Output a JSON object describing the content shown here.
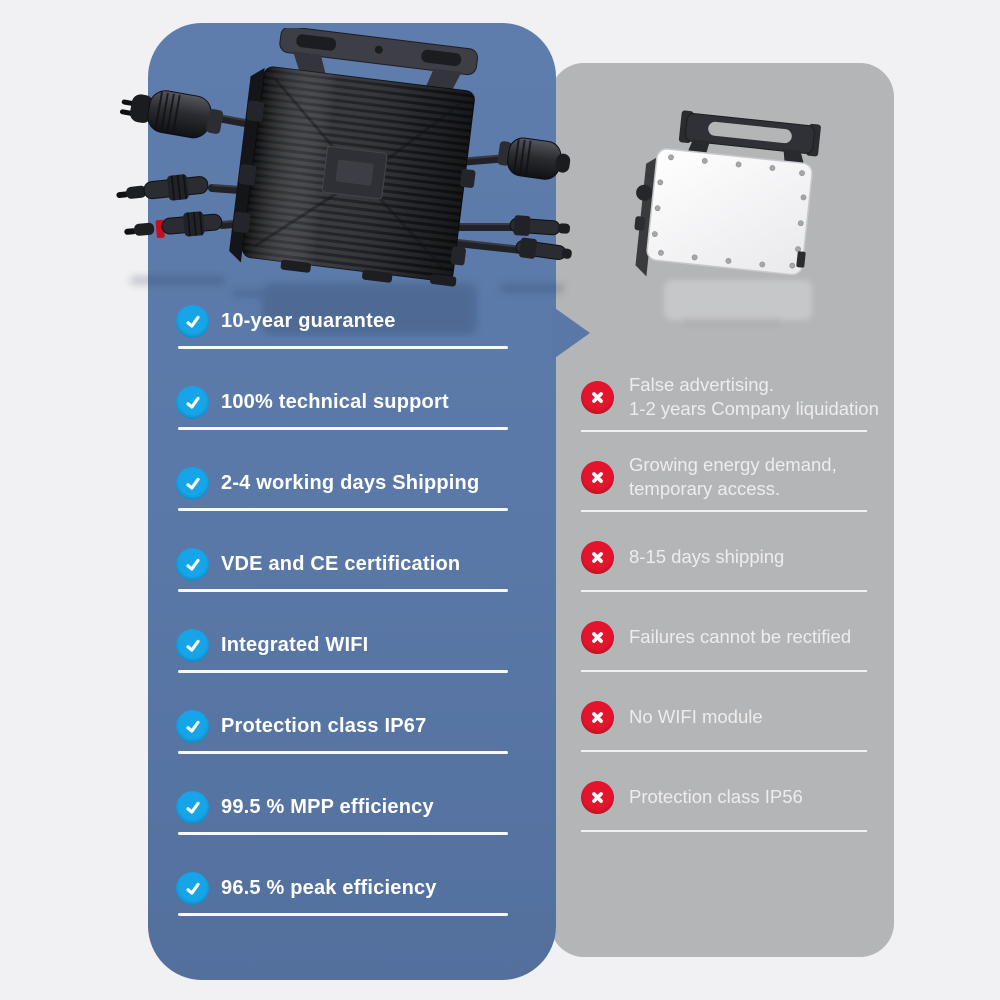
{
  "page": {
    "background_color": "#f1f1f3",
    "left_panel_color": "#5a78a7",
    "right_panel_color": "#b4b5b7",
    "check_color": "#17a5e9",
    "cross_color": "#e2152c"
  },
  "comparison": {
    "left_panel": {
      "kind": "advantages",
      "icon": "check-icon",
      "product_image": "black-micro-inverter-with-cables",
      "items": [
        {
          "text": "10-year guarantee"
        },
        {
          "text": "100% technical support"
        },
        {
          "text": "2-4 working days Shipping"
        },
        {
          "text": "VDE and CE certification"
        },
        {
          "text": "Integrated WIFI"
        },
        {
          "text": "Protection class IP67"
        },
        {
          "text": "99.5 % MPP efficiency"
        },
        {
          "text": "96.5 % peak efficiency"
        }
      ]
    },
    "right_panel": {
      "kind": "disadvantages",
      "icon": "x-icon",
      "product_image": "white-micro-inverter",
      "items": [
        {
          "line1": "False advertising.",
          "line2": "1-2 years Company liquidation"
        },
        {
          "line1": "Growing energy demand,",
          "line2": "temporary access."
        },
        {
          "line1": "8-15 days shipping",
          "line2": ""
        },
        {
          "line1": "Failures cannot be rectified",
          "line2": ""
        },
        {
          "line1": "No WIFI module",
          "line2": ""
        },
        {
          "line1": "Protection class IP56",
          "line2": ""
        }
      ]
    }
  }
}
